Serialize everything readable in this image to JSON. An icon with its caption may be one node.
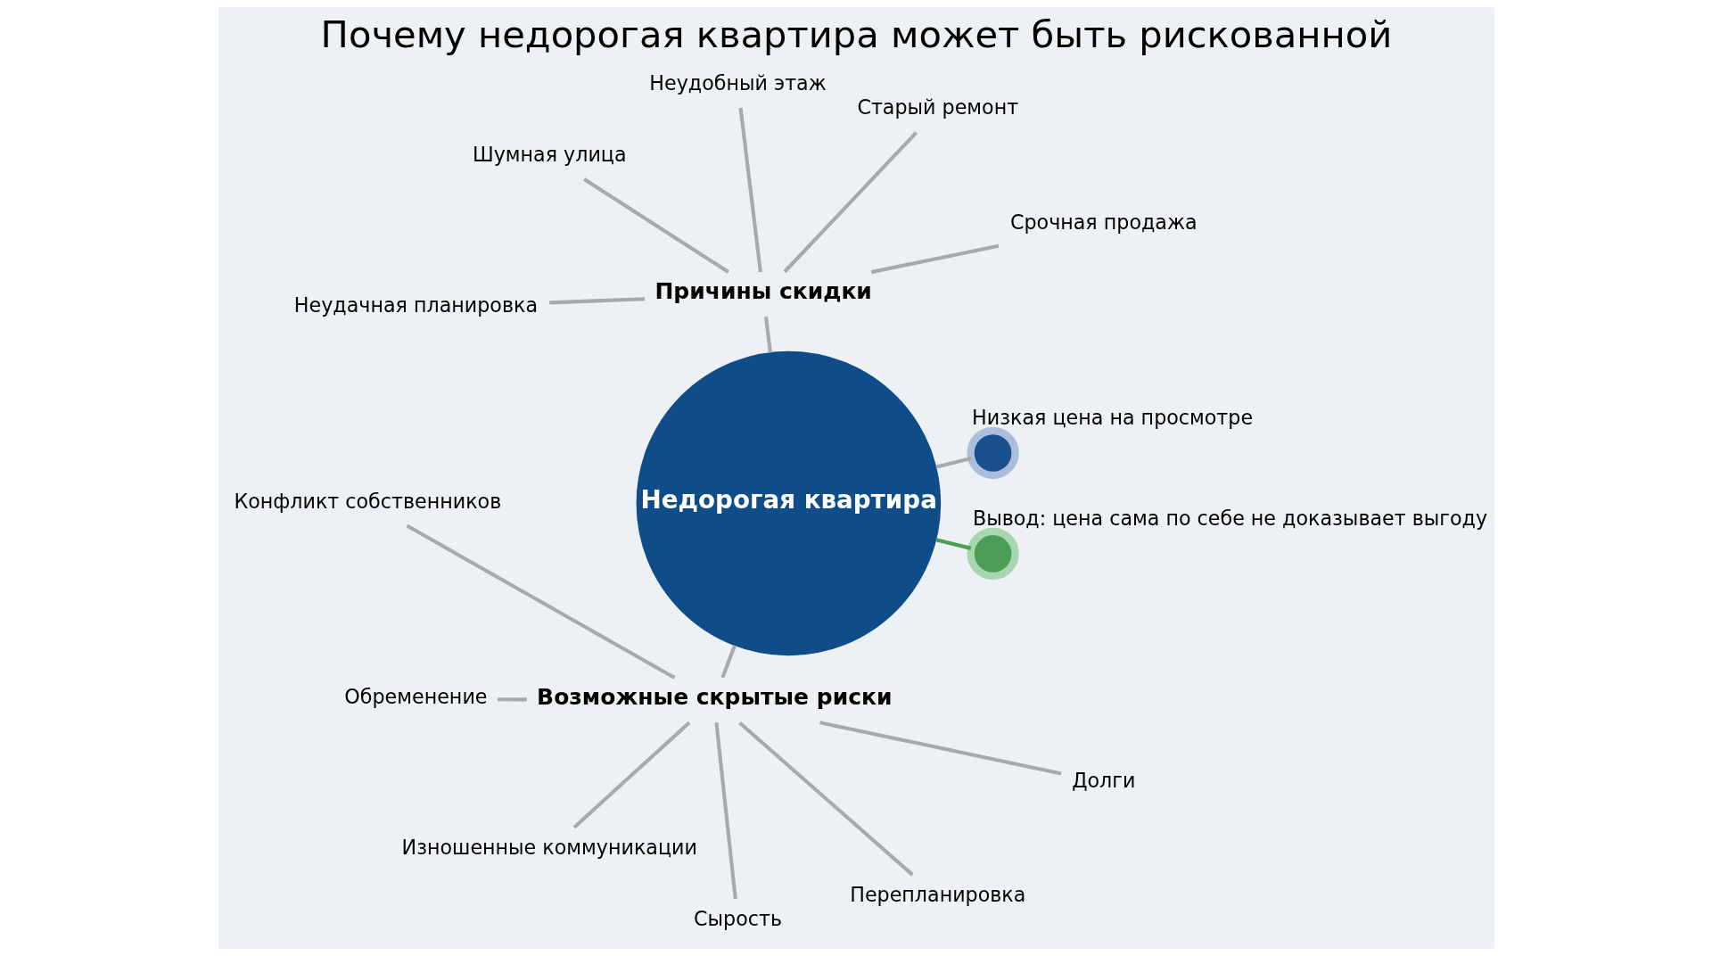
{
  "diagram": {
    "title": "Почему недорогая квартира может быть рискованной",
    "nodes": [
      {
        "text": [
          "Недорогая квартира"
        ]
      },
      {
        "text": [],
        "shape": "circle",
        "beside": [
          "Низкая цена на просмотре"
        ]
      },
      {
        "text": [
          "Причины скидки"
        ]
      },
      {
        "text": [
          "Срочная продажа"
        ]
      },
      {
        "text": [
          "Старый ремонт"
        ]
      },
      {
        "text": [
          "Неудобный этаж"
        ]
      },
      {
        "text": [
          "Шумная улица"
        ]
      },
      {
        "text": [
          "Неудачная планировка"
        ]
      },
      {
        "text": [
          "Возможные скрытые риски"
        ]
      },
      {
        "text": [
          "Конфликт собственников"
        ]
      },
      {
        "text": [
          "Обременение"
        ]
      },
      {
        "text": [
          "Изношенные коммуникации"
        ]
      },
      {
        "text": [
          "Сырость"
        ]
      },
      {
        "text": [
          "Перепланировка"
        ]
      },
      {
        "text": [
          "Долги"
        ]
      },
      {
        "text": [],
        "shape": "circle",
        "beside": [
          "Вывод: цена сама по себе не доказывает выгоду"
        ]
      }
    ],
    "edges": [
      {
        "from": 0,
        "to": 1,
        "arrow": "none"
      },
      {
        "from": 0,
        "to": 2,
        "arrow": "none"
      },
      {
        "from": 2,
        "to": 3,
        "arrow": "none"
      },
      {
        "from": 2,
        "to": 4,
        "arrow": "none"
      },
      {
        "from": 2,
        "to": 5,
        "arrow": "none"
      },
      {
        "from": 2,
        "to": 6,
        "arrow": "none"
      },
      {
        "from": 2,
        "to": 7,
        "arrow": "none"
      },
      {
        "from": 0,
        "to": 8,
        "arrow": "none"
      },
      {
        "from": 8,
        "to": 9,
        "arrow": "none"
      },
      {
        "from": 8,
        "to": 10,
        "arrow": "none"
      },
      {
        "from": 8,
        "to": 11,
        "arrow": "none"
      },
      {
        "from": 8,
        "to": 12,
        "arrow": "none"
      },
      {
        "from": 8,
        "to": 13,
        "arrow": "none"
      },
      {
        "from": 8,
        "to": 14,
        "arrow": "none"
      },
      {
        "from": 0,
        "to": 15,
        "arrow": "none",
        "color": "#4a9e55"
      }
    ]
  }
}
